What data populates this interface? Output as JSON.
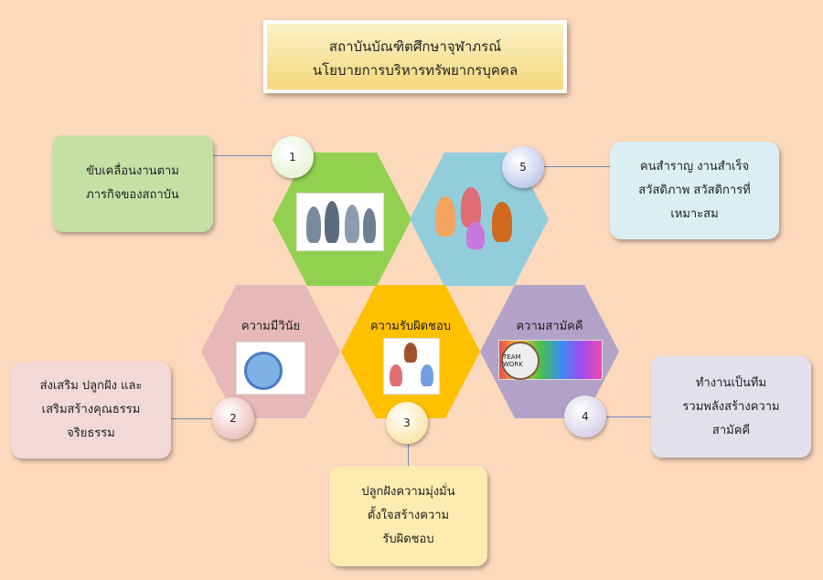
{
  "title": {
    "line1": "สถาบันบัณฑิตศึกษาจุฬาภรณ์",
    "line2": "นโยบายการบริหารทรัพยากรบุคคล"
  },
  "hexagons": [
    {
      "label": "",
      "icon": "business-meeting-image",
      "color": "#92d050"
    },
    {
      "label": "",
      "icon": "children-image",
      "color": "#92cddc"
    },
    {
      "label": "ความมีวินัย",
      "icon": "clock-discipline-image",
      "color": "#e6b9b8"
    },
    {
      "label": "ความรับผิดชอบ",
      "icon": "classroom-image",
      "color": "#ffc000"
    },
    {
      "label": "ความสามัคคี",
      "icon": "teamwork-image",
      "color": "#b3a2c7"
    }
  ],
  "items": [
    {
      "number": "1",
      "lines": [
        "ขับเคลื่อนงานตาม",
        "ภารกิจของสถาบัน"
      ],
      "color": "#c5e0a5"
    },
    {
      "number": "2",
      "lines": [
        "ส่งเสริม ปลูกฝัง และ",
        "เสริมสร้างคุณธรรม",
        "จริยธรรม"
      ],
      "color": "#f2d9d6"
    },
    {
      "number": "3",
      "lines": [
        "ปลูกฝังความมุ่งมั่น",
        "ตั้งใจสร้างความ",
        "รับผิดชอบ"
      ],
      "color": "#fdebb0"
    },
    {
      "number": "4",
      "lines": [
        "ทำงานเป็นทีม",
        "รวมพลังสร้างความ",
        "สามัคคี"
      ],
      "color": "#e4dfec"
    },
    {
      "number": "5",
      "lines": [
        "คนสำราญ งานสำเร็จ",
        "สวัสดิภาพ สวัสดิการที่",
        "เหมาะสม"
      ],
      "color": "#daeef3"
    }
  ],
  "teamwork_text": "TEAM WORK"
}
